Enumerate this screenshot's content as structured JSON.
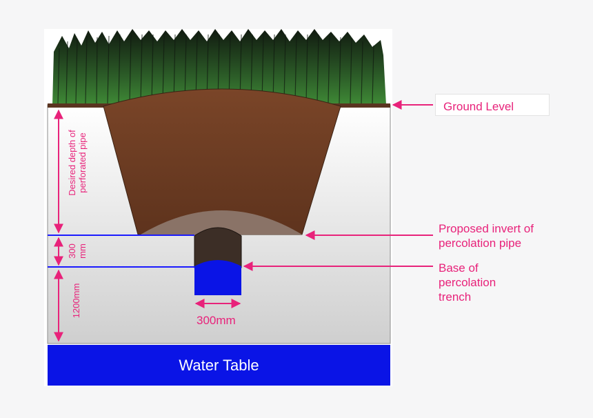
{
  "labels": {
    "ground_level": "Ground Level",
    "proposed_invert": "Proposed invert of\npercolation pipe",
    "base_trench": "Base of\npercolation\ntrench",
    "water_table": "Water Table",
    "trench_width": "300mm",
    "desired_depth": "Desired depth of\nperforated pipe",
    "dim_300": "300\nmm",
    "dim_1200": "1200mm"
  },
  "colors": {
    "arrow": "#e8227a",
    "water": "#0a14e6",
    "soil": "#6b3a22",
    "gravel": "#8a7367",
    "pipe": "#3c2e26",
    "grass": "#2f6b2a",
    "ground_bg": "#d9d9d9"
  }
}
